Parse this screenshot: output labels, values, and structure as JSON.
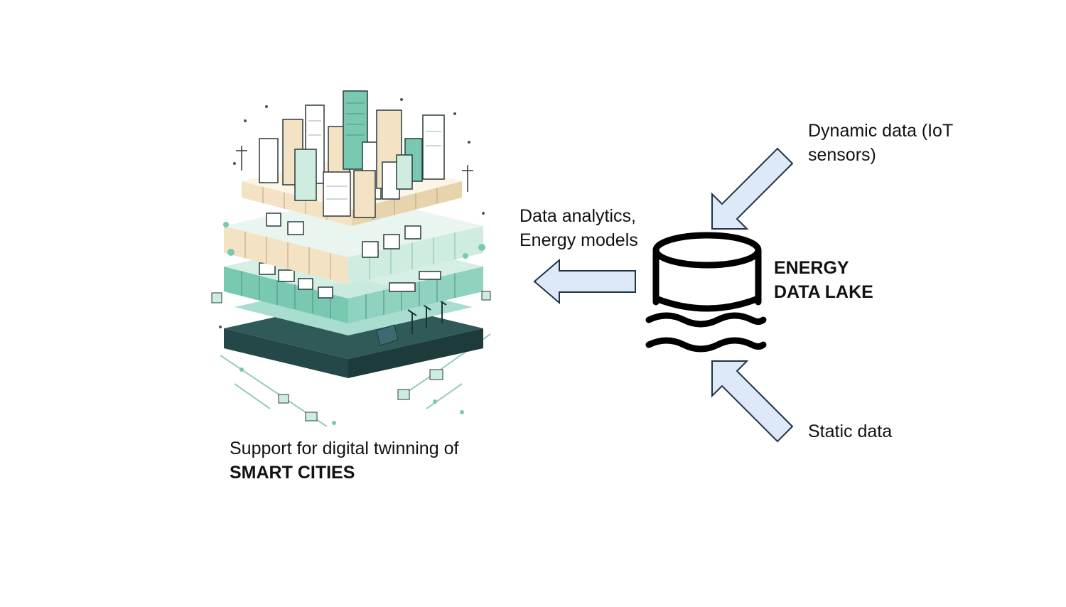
{
  "city": {
    "caption_line1": "Support for digital twinning of",
    "caption_line2": "SMART CITIES"
  },
  "analytics": {
    "line1": "Data analytics,",
    "line2": "Energy models"
  },
  "data_lake": {
    "line1": "ENERGY",
    "line2": "DATA  LAKE"
  },
  "inputs": {
    "dynamic_line1": "Dynamic data (IoT",
    "dynamic_line2": "sensors)",
    "static": "Static data"
  },
  "colors": {
    "arrow_fill": "#dde9f7",
    "arrow_stroke": "#1f3347",
    "teal": "#79c9b2",
    "mint": "#cfece0",
    "beige": "#f3e3c4",
    "dark_slab": "#2f5a57"
  }
}
